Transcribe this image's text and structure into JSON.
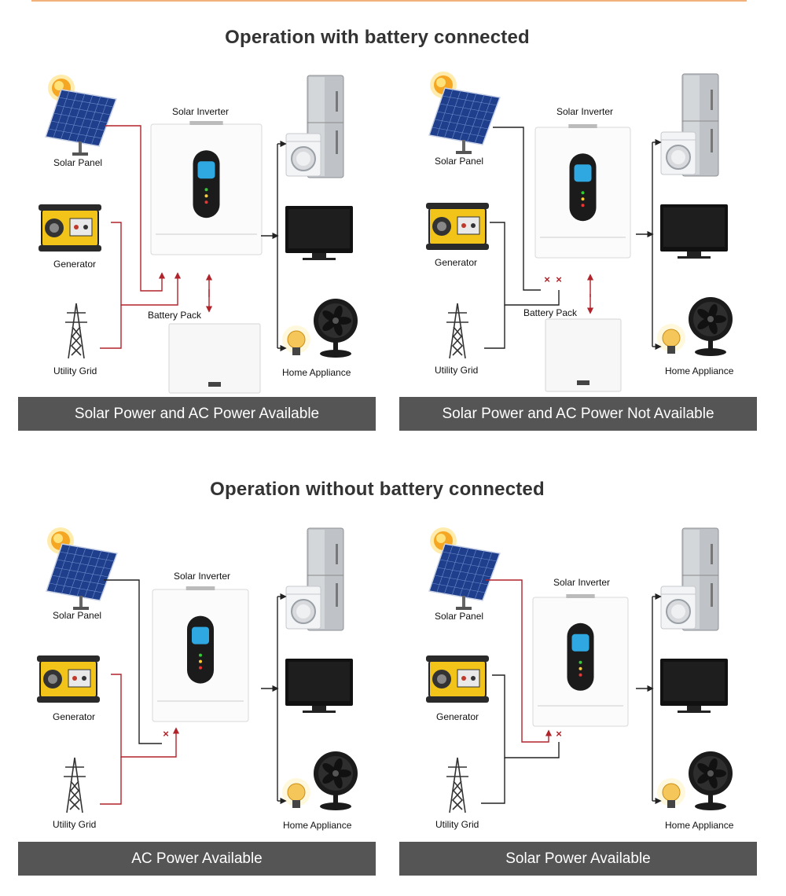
{
  "sections": [
    {
      "title": "Operation with battery connected",
      "panels": [
        {
          "labels": {
            "solar_panel": "Solar Panel",
            "generator": "Generator",
            "utility_grid": "Utility Grid",
            "solar_inverter": "Solar Inverter",
            "battery_pack": "Battery Pack",
            "home_appliance": "Home Appliance"
          },
          "caption": "Solar Power and AC Power Available"
        },
        {
          "labels": {
            "solar_panel": "Solar Panel",
            "generator": "Generator",
            "utility_grid": "Utility Grid",
            "solar_inverter": "Solar Inverter",
            "battery_pack": "Battery Pack",
            "home_appliance": "Home Appliance"
          },
          "caption": "Solar Power and AC Power Not Available"
        }
      ]
    },
    {
      "title": "Operation without battery connected",
      "panels": [
        {
          "labels": {
            "solar_panel": "Solar Panel",
            "generator": "Generator",
            "utility_grid": "Utility Grid",
            "solar_inverter": "Solar Inverter",
            "home_appliance": "Home Appliance"
          },
          "caption": "AC Power Available"
        },
        {
          "labels": {
            "solar_panel": "Solar Panel",
            "generator": "Generator",
            "utility_grid": "Utility Grid",
            "solar_inverter": "Solar Inverter",
            "home_appliance": "Home Appliance"
          },
          "caption": "Solar Power Available"
        }
      ]
    }
  ],
  "colors": {
    "active_line": "#b0232a",
    "inactive_line": "#222222",
    "caption_bg": "#555555"
  },
  "icons": [
    "sun-icon",
    "solar-panel-icon",
    "generator-icon",
    "utility-grid-icon",
    "inverter-icon",
    "battery-pack-icon",
    "fridge-icon",
    "washer-icon",
    "tv-icon",
    "fan-icon",
    "bulb-icon"
  ]
}
